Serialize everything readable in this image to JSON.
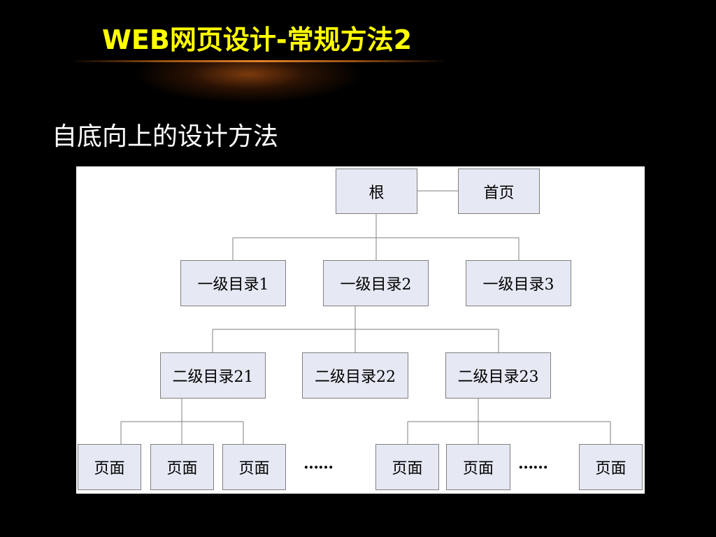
{
  "title": "WEB网页设计-常规方法2",
  "subtitle": "自底向上的设计方法",
  "diagram": {
    "root": "根",
    "home": "首页",
    "level1": [
      "一级目录1",
      "一级目录2",
      "一级目录3"
    ],
    "level2": [
      "二级目录21",
      "二级目录22",
      "二级目录23"
    ],
    "pages": [
      "页面",
      "页面",
      "页面",
      "页面",
      "页面",
      "页面"
    ],
    "ellipsis": [
      "……",
      "……"
    ]
  },
  "colors": {
    "background": "#000000",
    "title": "#ffff00",
    "node_fill": "#e6e9f4",
    "node_border": "#7f7f7f"
  }
}
